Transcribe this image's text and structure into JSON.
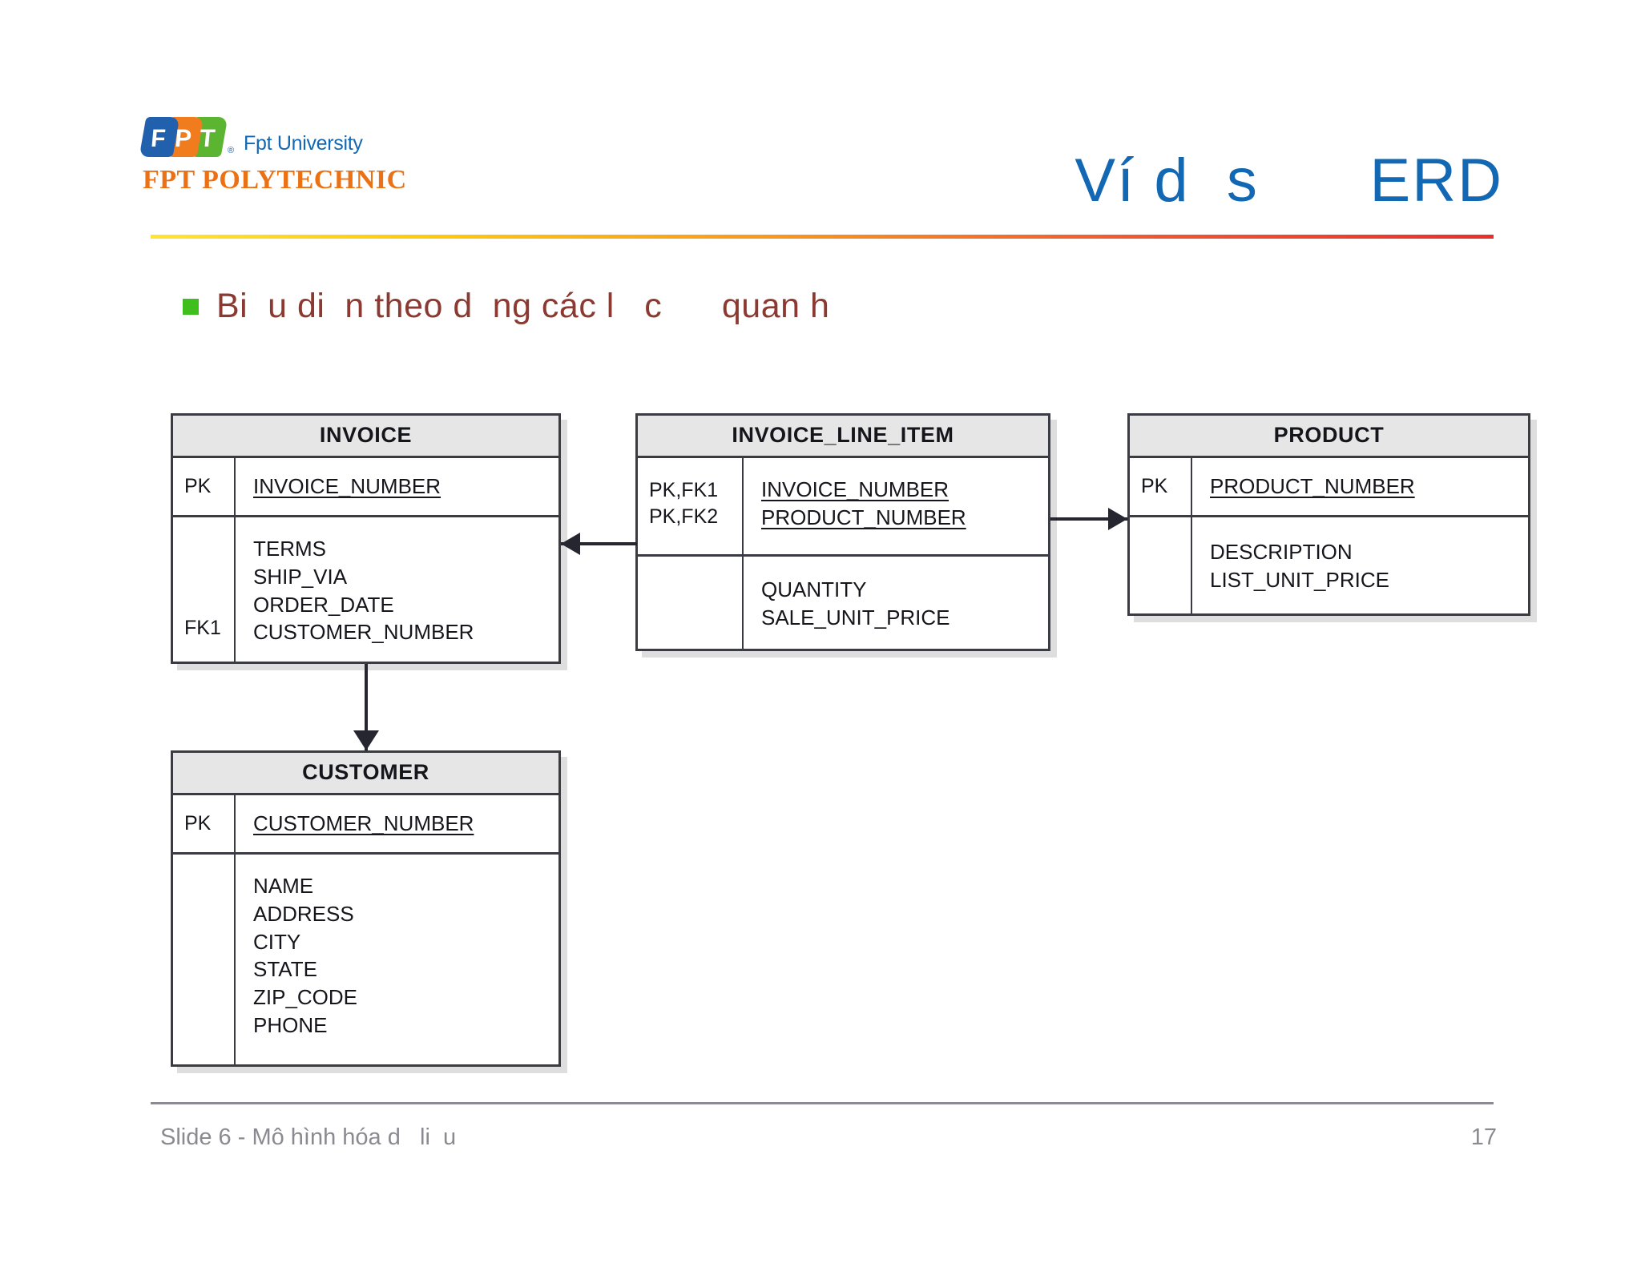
{
  "header": {
    "logo": {
      "mark_letters": [
        "F",
        "P",
        "T"
      ],
      "registered_mark": "®",
      "university": "Fpt University",
      "polytechnic": "FPT POLYTECHNIC",
      "colors": {
        "blue": "#2060AD",
        "orange": "#F07C1E",
        "green": "#5CB531",
        "polytechnic_orange": "#EC7014"
      }
    },
    "title": "Ví d  s      ERD",
    "title_color": "#1268B3",
    "rule_gradient": [
      "#FFE431",
      "#F79421",
      "#E8302B"
    ]
  },
  "bullet": {
    "marker_color": "#3FBE1E",
    "text": "Bi  u di  n theo d  ng các l   c      quan h",
    "text_color": "#8C3A31"
  },
  "diagram": {
    "type": "erd-crowsfoot-idef1x",
    "entities": [
      {
        "name": "INVOICE",
        "sections": [
          {
            "keys": [
              "PK"
            ],
            "attributes": [
              {
                "text": "INVOICE_NUMBER",
                "underlined": true
              }
            ]
          },
          {
            "keys": [
              "FK1"
            ],
            "key_align": "bottom",
            "attributes": [
              {
                "text": "TERMS",
                "underlined": false
              },
              {
                "text": "SHIP_VIA",
                "underlined": false
              },
              {
                "text": "ORDER_DATE",
                "underlined": false
              },
              {
                "text": "CUSTOMER_NUMBER",
                "underlined": false
              }
            ]
          }
        ]
      },
      {
        "name": "INVOICE_LINE_ITEM",
        "sections": [
          {
            "keys": [
              "PK,FK1",
              "PK,FK2"
            ],
            "key_align": "top",
            "attributes": [
              {
                "text": "INVOICE_NUMBER",
                "underlined": true
              },
              {
                "text": "PRODUCT_NUMBER",
                "underlined": true
              }
            ]
          },
          {
            "keys": [],
            "attributes": [
              {
                "text": "QUANTITY",
                "underlined": false
              },
              {
                "text": "SALE_UNIT_PRICE",
                "underlined": false
              }
            ]
          }
        ]
      },
      {
        "name": "PRODUCT",
        "sections": [
          {
            "keys": [
              "PK"
            ],
            "attributes": [
              {
                "text": "PRODUCT_NUMBER",
                "underlined": true
              }
            ]
          },
          {
            "keys": [],
            "attributes": [
              {
                "text": "DESCRIPTION",
                "underlined": false
              },
              {
                "text": "LIST_UNIT_PRICE",
                "underlined": false
              }
            ]
          }
        ]
      },
      {
        "name": "CUSTOMER",
        "sections": [
          {
            "keys": [
              "PK"
            ],
            "attributes": [
              {
                "text": "CUSTOMER_NUMBER",
                "underlined": true
              }
            ]
          },
          {
            "keys": [],
            "attributes": [
              {
                "text": "NAME",
                "underlined": false
              },
              {
                "text": "ADDRESS",
                "underlined": false
              },
              {
                "text": "CITY",
                "underlined": false
              },
              {
                "text": "STATE",
                "underlined": false
              },
              {
                "text": "ZIP_CODE",
                "underlined": false
              },
              {
                "text": "PHONE",
                "underlined": false
              }
            ]
          }
        ]
      }
    ],
    "relationships": [
      {
        "from": "INVOICE_LINE_ITEM",
        "to": "INVOICE",
        "direction": "left"
      },
      {
        "from": "INVOICE_LINE_ITEM",
        "to": "PRODUCT",
        "direction": "right"
      },
      {
        "from": "INVOICE",
        "to": "CUSTOMER",
        "direction": "down"
      }
    ]
  },
  "footer": {
    "text": "Slide 6 - Mô hình hóa d   li  u",
    "page_number": "17",
    "color": "#8A8A90"
  }
}
